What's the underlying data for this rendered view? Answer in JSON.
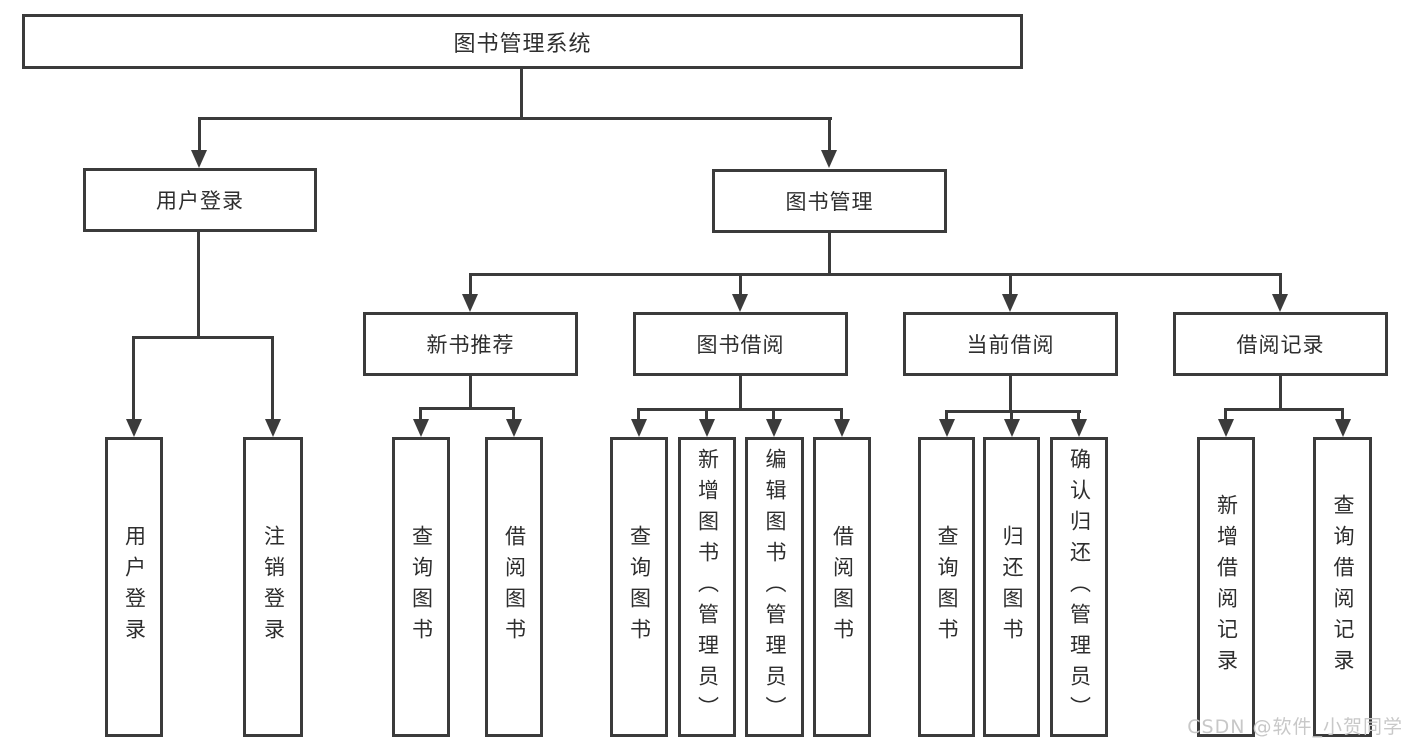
{
  "nodes": {
    "root": "图书管理系统",
    "login": "用户登录",
    "management": "图书管理",
    "recommend": "新书推荐",
    "borrow": "图书借阅",
    "current": "当前借阅",
    "records": "借阅记录",
    "leaf_login": "用户登录",
    "leaf_logout": "注销登录",
    "leaf_rec_query": "查询图书",
    "leaf_rec_borrow": "借阅图书",
    "leaf_bor_query": "查询图书",
    "leaf_bor_add": "新增图书（管理员）",
    "leaf_bor_edit": "编辑图书（管理员）",
    "leaf_bor_borrow": "借阅图书",
    "leaf_cur_query": "查询图书",
    "leaf_cur_return": "归还图书",
    "leaf_cur_confirm": "确认归还（管理员）",
    "leaf_rcd_add": "新增借阅记录",
    "leaf_rcd_query": "查询借阅记录"
  },
  "hierarchy": {
    "图书管理系统": {
      "用户登录": [
        "用户登录",
        "注销登录"
      ],
      "图书管理": {
        "新书推荐": [
          "查询图书",
          "借阅图书"
        ],
        "图书借阅": [
          "查询图书",
          "新增图书（管理员）",
          "编辑图书（管理员）",
          "借阅图书"
        ],
        "当前借阅": [
          "查询图书",
          "归还图书",
          "确认归还（管理员）"
        ],
        "借阅记录": [
          "新增借阅记录",
          "查询借阅记录"
        ]
      }
    }
  },
  "watermark": "CSDN @软件_小贺同学",
  "colors": {
    "line": "#3b3b3b",
    "text": "#2e2e2e",
    "watermark_text": "#c8c8c8",
    "background": "#ffffff"
  }
}
